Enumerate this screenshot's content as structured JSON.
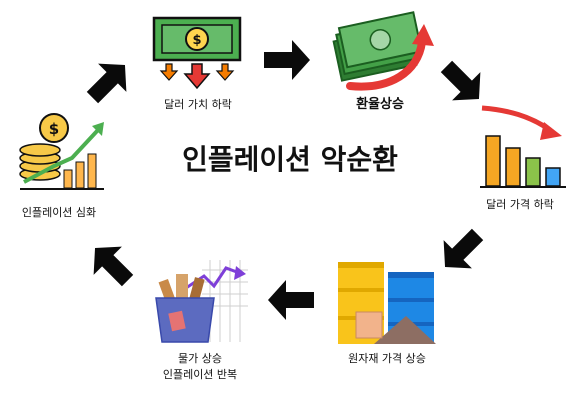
{
  "title": "인플레이션 악순환",
  "steps": [
    {
      "label": "달러 가치 하락"
    },
    {
      "label": "환율상승"
    },
    {
      "label": "달러 가격 하락"
    },
    {
      "label": "원자재 가격 상승"
    },
    {
      "label_line1": "물가 상승",
      "label_line2": "인플레이션 반복"
    },
    {
      "label": "인플레이션 심화"
    }
  ],
  "icons": {
    "step1": "money-down-icon",
    "step2": "money-up-icon",
    "step3": "falling-bar-chart-icon",
    "step4": "commodity-barrels-icon",
    "step5": "shopping-bag-price-icon",
    "step6": "coins-growth-chart-icon"
  },
  "colors": {
    "money_green": "#4caf50",
    "arrow_red": "#e53935",
    "arrow_orange": "#f57c00",
    "bar_orange": "#f5a623",
    "bar_green": "#8bc34a",
    "bar_blue": "#42a5f5",
    "barrel_yellow": "#f9c41b",
    "barrel_blue": "#1e88e5"
  }
}
